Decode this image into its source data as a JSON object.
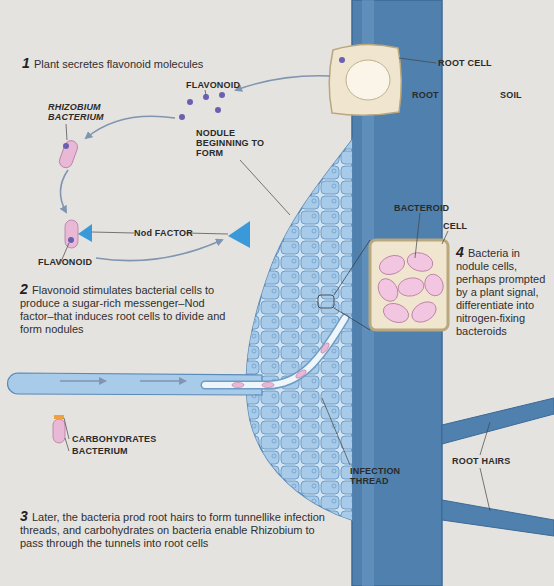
{
  "diagram": {
    "labels": [
      "1",
      "Plant secretes flavonoid molecules",
      "FLAVONOID",
      "ROOT CELL",
      "RHIZOBIUM BACTERIUM",
      "ROOT",
      "SOIL",
      "NODULE BEGINNING TO FORM",
      "BACTEROID",
      "CELL",
      "Nod FACTOR",
      "FLAVONOID",
      "4",
      "Bacteria in nodule cells, perhaps prompted by a plant signal, differentiate into nitrogen-fixing bacteroids",
      "2",
      "Flavonoid stimulates bacterial cells to produce a sugar-rich messenger–Nod factor–that induces root cells to divide and form nodules",
      "CARBOHYDRATES",
      "BACTERIUM",
      "INFECTION THREAD",
      "ROOT HAIRS",
      "3",
      "Later, the bacteria prod root hairs to form tunnellike infection threads, and carbohydrates on bacteria enable Rhizobium to pass through the tunnels into root cells"
    ]
  }
}
